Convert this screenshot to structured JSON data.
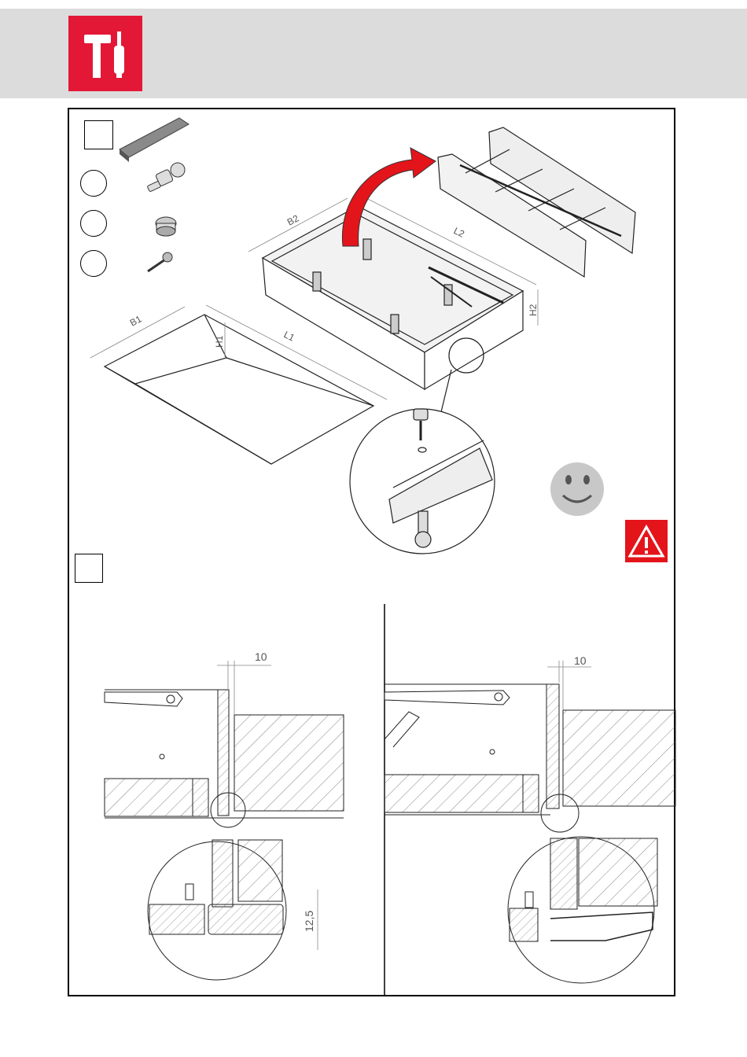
{
  "colors": {
    "header_bg": "#dcdcdc",
    "brand_red": "#e31837",
    "arrow_red": "#e4141b",
    "smiley": "#c8c8c8"
  },
  "icons": [
    "hammer-screwdriver-icon",
    "curved-arrow-icon",
    "smiley-icon",
    "warning-triangle-icon"
  ],
  "dimensions": {
    "b1": "B1",
    "l1": "L1",
    "h1": "H1",
    "b2": "B2",
    "l2": "L2",
    "h2": "H2",
    "gap_left": "10",
    "gap_right": "10",
    "thickness": "12,5"
  }
}
